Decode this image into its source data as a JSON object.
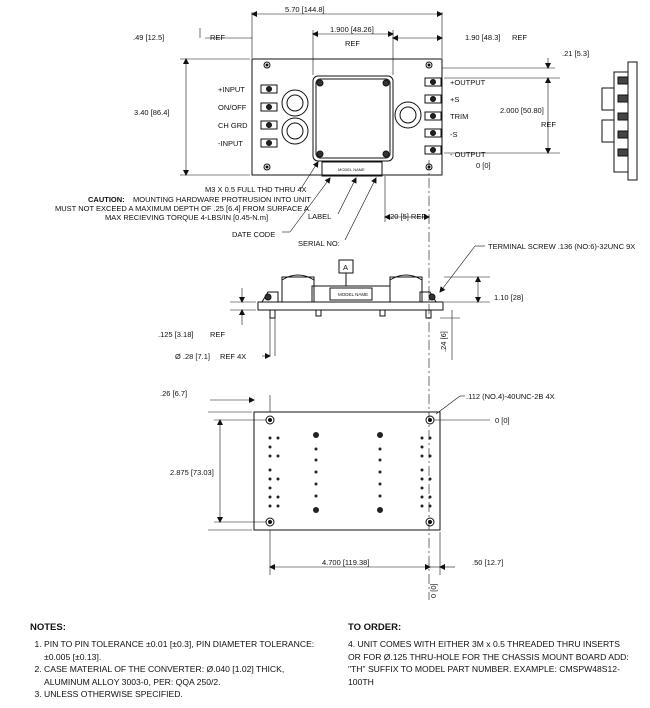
{
  "top_view": {
    "dims": {
      "overall_width": "5.70 [144.8]",
      "left_edge_to_pins": ".49 [12.5]",
      "ref_left": "REF",
      "center_span": "1.900 [48.26]",
      "ref_center": "REF",
      "right_span": "1.90 [48.3]",
      "ref_right": "REF",
      "pin_offset": ".21 [5.3]",
      "height": "3.40 [86.4]",
      "output_pitch": "2.000 [50.80]",
      "ref_output": "REF",
      "zero_right": "0 [0]",
      "label_offset": ".20 [5] REF"
    },
    "pins_left": [
      "+INPUT",
      "ON/OFF",
      "CH GRD",
      "-INPUT"
    ],
    "pins_right": [
      "+OUTPUT",
      "+S",
      "TRIM",
      "-S",
      "- OUTPUT"
    ],
    "model_label": "MODEL NAME",
    "thread_note": "M3 X 0.5 FULL THD THRU 4X",
    "caution_title": "CAUTION:",
    "caution_lines": [
      "MOUNTING HARDWARE PROTRUSION INTO UNIT",
      "MUST NOT EXCEED A MAXIMUM DEPTH OF .25 [6.4] FROM SURFACE A.",
      "MAX RECIEVING TORQUE 4-LBS/IN [0.45-N.m]"
    ],
    "label_callout": "LABEL",
    "date_code": "DATE CODE",
    "serial_no": "SERIAL NO:"
  },
  "side_view": {
    "datum": "A",
    "terminal_screw": "TERMINAL SCREW .136 (NO:6)-32UNC 9X",
    "height": "1.10 [28]",
    "base_thickness": ".125 [3.18]",
    "base_ref": "REF",
    "pin_diameter": "Ø .28 [7.1]",
    "pin_ref": "REF 4X",
    "pin_length": ".24 [6]",
    "model_label": "MODEL NAME"
  },
  "bottom_view": {
    "left_offset": ".26 [6.7]",
    "thread_note": ".112 (NO.4)-40UNC-2B 4X",
    "zero_right": "0 [0]",
    "height": "2.875 [73.03]",
    "width": "4.700 [119.38]",
    "right_offset": ".50 [12.7]",
    "zero_bottom": "0 [0]"
  },
  "notes": {
    "title": "NOTES:",
    "items": [
      "PIN TO PIN TOLERANCE ±0.01 [±0.3], PIN DIAMETER TOLERANCE: ±0.005 [±0.13].",
      "CASE MATERIAL OF THE CONVERTER: Ø.040 [1.02] THICK, ALUMINUM ALLOY 3003-0, PER: QQA 250/2.",
      "UNLESS OTHERWISE SPECIFIED."
    ]
  },
  "order": {
    "title": "TO ORDER:",
    "item": "4. UNIT COMES WITH EITHER 3M x 0.5 THREADED THRU INSERTS OR FOR Ø.125 THRU-HOLE FOR THE CHASSIS MOUNT BOARD ADD: \"TH\" SUFFIX TO MODEL PART NUMBER. EXAMPLE: CMSPW48S12-100TH"
  }
}
